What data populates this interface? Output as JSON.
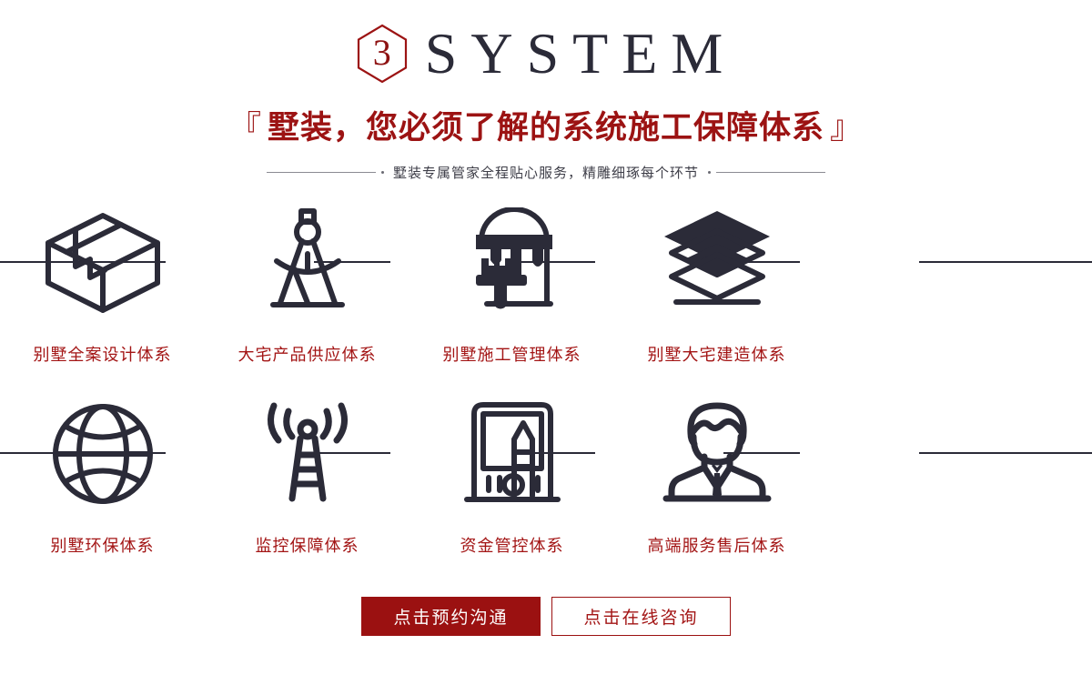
{
  "header": {
    "badge_number": "3",
    "badge_shape": "hexagon",
    "title": "SYSTEM",
    "headline_open_bracket": "『",
    "headline": "墅装，您必须了解的系统施工保障体系",
    "headline_close_bracket": "』",
    "subtitle": "墅装专属管家全程贴心服务，精雕细琢每个环节"
  },
  "colors": {
    "brand_red": "#9C1313",
    "label_red": "#A31515",
    "ink": "#2b2b38",
    "button_fill": "#9B1111"
  },
  "grid": {
    "rows": [
      {
        "cells": [
          {
            "icon": "box-package-icon",
            "label": "别墅全案设计体系"
          },
          {
            "icon": "drafting-compass-icon",
            "label": "大宅产品供应体系"
          },
          {
            "icon": "paint-bucket-brush-icon",
            "label": "别墅施工管理体系"
          },
          {
            "icon": "stacked-layers-icon",
            "label": "别墅大宅建造体系"
          }
        ]
      },
      {
        "cells": [
          {
            "icon": "globe-icon",
            "label": "别墅环保体系"
          },
          {
            "icon": "signal-tower-icon",
            "label": "监控保障体系"
          },
          {
            "icon": "tablet-pencil-icon",
            "label": "资金管控体系"
          },
          {
            "icon": "businessman-icon",
            "label": "高端服务售后体系"
          }
        ]
      }
    ]
  },
  "actions": {
    "primary_label": "点击预约沟通",
    "secondary_label": "点击在线咨询"
  }
}
